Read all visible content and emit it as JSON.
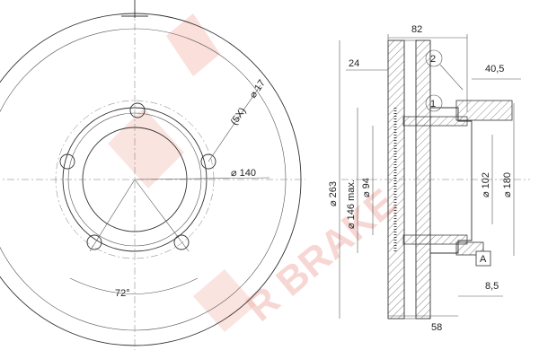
{
  "watermark": {
    "brand": "R BRAKE",
    "color": "#f2b8b0"
  },
  "front_view": {
    "bolt_count_label": "(5X)",
    "bolt_dia_label": "⌀ 17",
    "pcd_label": "⌀ 140",
    "angle_label": "72°"
  },
  "section_view": {
    "width_label": "82",
    "offset_label": "24",
    "hub_label": "40,5",
    "callout_1": "1",
    "callout_2": "2",
    "outer_dia_label": "⌀ 263",
    "hat_dia_label": "⌀ 146 max.",
    "bore_dia_label": "⌀ 94",
    "inner_dia_label": "⌀ 102",
    "hub_dia_label": "⌀ 180",
    "datum_label": "A",
    "min_thick_label": "8,5",
    "bottom_width_label": "58"
  }
}
